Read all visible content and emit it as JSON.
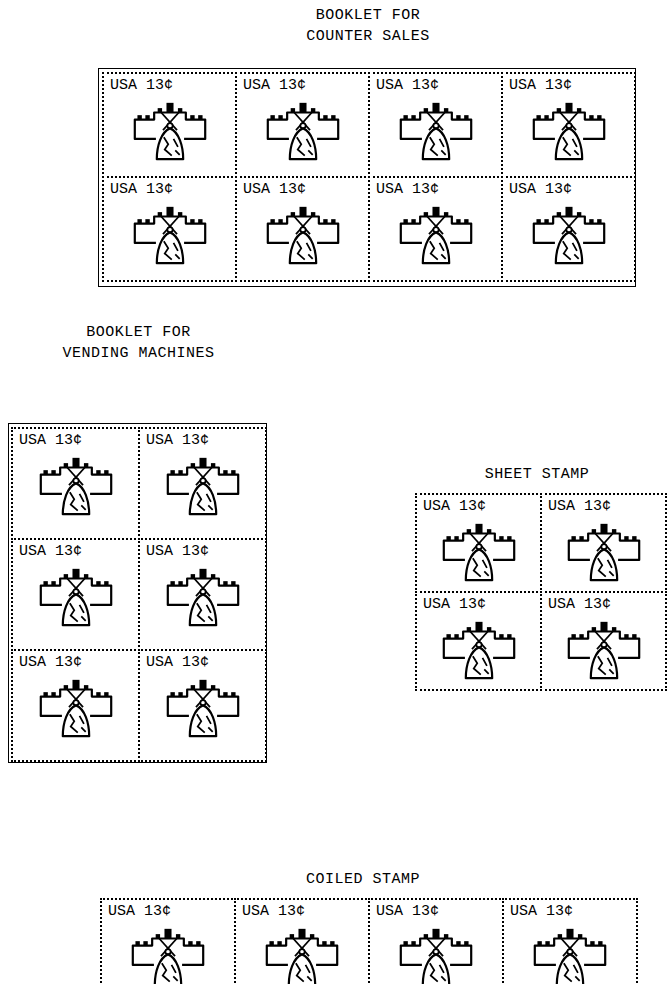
{
  "diagram": {
    "nodes": [
      {
        "text": [
          "BOOKLET FOR COUNTER SALES"
        ]
      },
      {
        "text": [
          "USA 13¢"
        ],
        "in": 0
      },
      {
        "text": [
          "USA 13¢"
        ],
        "in": 0
      },
      {
        "text": [
          "USA 13¢"
        ],
        "in": 0
      },
      {
        "text": [
          "USA 13¢"
        ],
        "in": 0
      },
      {
        "text": [
          "USA 13¢"
        ],
        "in": 0
      },
      {
        "text": [
          "USA 13¢"
        ],
        "in": 0
      },
      {
        "text": [
          "USA 13¢"
        ],
        "in": 0
      },
      {
        "text": [
          "USA 13¢"
        ],
        "in": 0
      },
      {
        "text": [
          "BOOKLET FOR VENDING MACHINES"
        ]
      },
      {
        "text": [
          "USA 13¢"
        ],
        "in": 9
      },
      {
        "text": [
          "USA 13¢"
        ],
        "in": 9
      },
      {
        "text": [
          "USA 13¢"
        ],
        "in": 9
      },
      {
        "text": [
          "USA 13¢"
        ],
        "in": 9
      },
      {
        "text": [
          "USA 13¢"
        ],
        "in": 9
      },
      {
        "text": [
          "USA 13¢"
        ],
        "in": 9
      },
      {
        "text": [
          "USA 13¢"
        ]
      },
      {
        "text": [
          "USA 13¢"
        ]
      },
      {
        "text": [
          "USA 13¢"
        ]
      },
      {
        "text": [
          "USA 13¢"
        ]
      },
      {
        "text": [
          "USA 13¢"
        ]
      },
      {
        "text": [
          "USA 13¢"
        ]
      },
      {
        "text": [
          "USA 13¢"
        ]
      },
      {
        "text": [
          "USA 13¢"
        ]
      }
    ],
    "labels": [
      "SHEET STAMP",
      "COILED STAMP"
    ]
  }
}
